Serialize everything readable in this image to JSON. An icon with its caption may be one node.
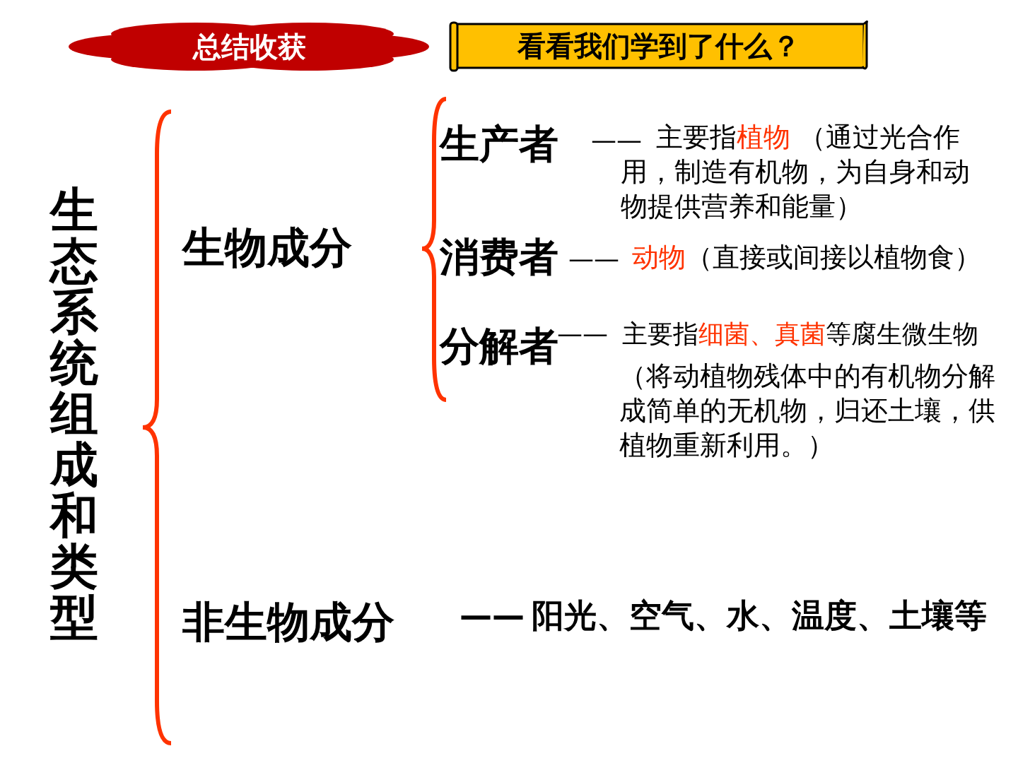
{
  "diagram": {
    "nodes": [
      {
        "text": [
          "总结收获"
        ]
      },
      {
        "text": [
          "看看我们学到了什么？"
        ]
      },
      {
        "text": [
          "生态系统组成和类型"
        ]
      },
      {
        "text": [
          "生物成分"
        ]
      },
      {
        "text": [
          "非生物成分"
        ]
      },
      {
        "text": [
          "生产者"
        ],
        "beside": [
          "——",
          "主要指**植物** （通过光合作用，制造有机物，为自身和动物提供营养和能量）"
        ]
      },
      {
        "text": [
          "消费者"
        ],
        "beside": [
          "——",
          "**动物**（直接或间接以植物食）"
        ]
      },
      {
        "text": [
          "分解者"
        ],
        "beside": [
          "——",
          "主要指**细菌、真菌**等腐生微生物",
          "（将动植物残体中的有机物分解成简单的无机物，归还土壤，供植物重新利用。）"
        ]
      },
      {
        "text": [
          "——",
          "阳光、空气、水、温度、土壤等"
        ]
      }
    ]
  }
}
